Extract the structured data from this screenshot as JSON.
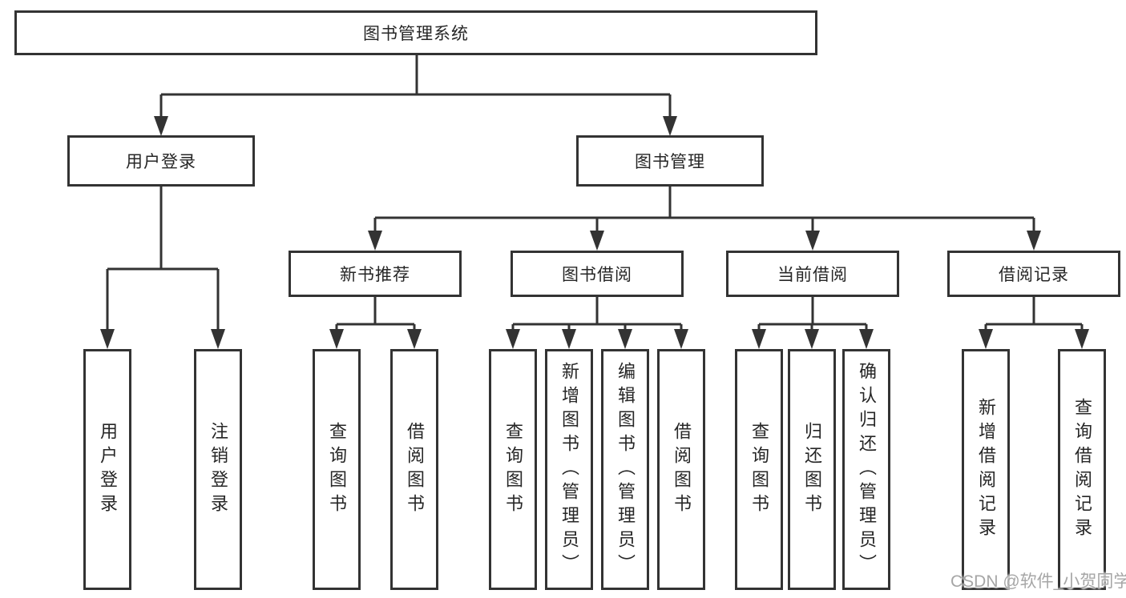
{
  "diagram": {
    "root": "图书管理系统",
    "branches": [
      {
        "label": "用户登录",
        "children": [
          "用户登录",
          "注销登录"
        ]
      },
      {
        "label": "图书管理",
        "sections": [
          {
            "label": "新书推荐",
            "children": [
              "查询图书",
              "借阅图书"
            ]
          },
          {
            "label": "图书借阅",
            "children": [
              "查询图书",
              "新增图书（管理员）",
              "编辑图书（管理员）",
              "借阅图书"
            ]
          },
          {
            "label": "当前借阅",
            "children": [
              "查询图书",
              "归还图书",
              "确认归还（管理员）"
            ]
          },
          {
            "label": "借阅记录",
            "children": [
              "新增借阅记录",
              "查询借阅记录"
            ]
          }
        ]
      }
    ]
  },
  "colors": {
    "line": "#333333",
    "text": "#262626",
    "watermark": "#a6a6a6",
    "background": "#ffffff"
  },
  "watermark": "CSDN @软件_小贺同学"
}
